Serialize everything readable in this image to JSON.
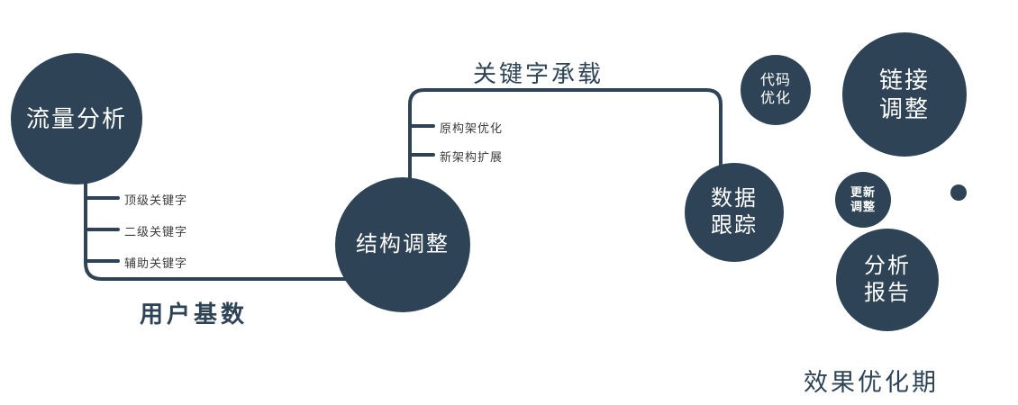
{
  "diagram": {
    "colors": {
      "primary": "#2e4456",
      "text_on_circle": "#ffffff"
    },
    "nodes": {
      "traffic": {
        "label": "流量分析"
      },
      "structure": {
        "label": "结构调整"
      },
      "tracking": {
        "line1": "数据",
        "line2": "跟踪"
      },
      "code": {
        "line1": "代码",
        "line2": "优化"
      },
      "link": {
        "line1": "链接",
        "line2": "调整"
      },
      "update": {
        "line1": "更新",
        "line2": "调整"
      },
      "report": {
        "line1": "分析",
        "line2": "报告"
      }
    },
    "branches": {
      "keywords": [
        "顶级关键字",
        "二级关键字",
        "辅助关键字"
      ],
      "architecture": [
        "原构架优化",
        "新架构扩展"
      ]
    },
    "edge_labels": {
      "keyword_bearing": "关键字承载",
      "user_base": "用户基数"
    },
    "caption": "效果优化期"
  }
}
